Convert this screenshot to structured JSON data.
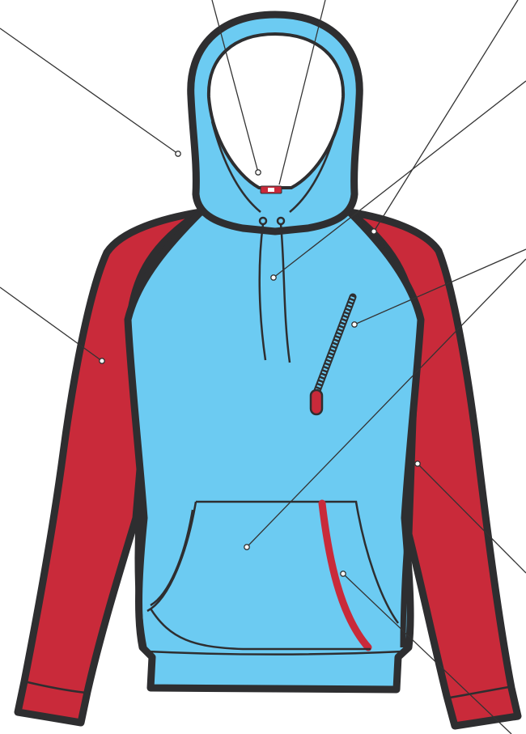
{
  "colors": {
    "body": "#6ccbf2",
    "sleeve": "#c92a3a",
    "outline": "#2e2e30",
    "hood_lining": "#ffffff",
    "leader": "#333333",
    "background": "#ffffff"
  },
  "parts": [
    {
      "id": "hood",
      "kind": "hood"
    },
    {
      "id": "neck-label",
      "kind": "label"
    },
    {
      "id": "drawcord",
      "kind": "drawcord"
    },
    {
      "id": "raglan-seam",
      "kind": "seam"
    },
    {
      "id": "chest-zip-pocket",
      "kind": "zipper"
    },
    {
      "id": "left-sleeve",
      "kind": "sleeve"
    },
    {
      "id": "right-sleeve",
      "kind": "sleeve"
    },
    {
      "id": "kangaroo-pocket",
      "kind": "pocket"
    },
    {
      "id": "pocket-accent-stripe",
      "kind": "trim"
    },
    {
      "id": "waistband",
      "kind": "rib"
    },
    {
      "id": "cuff",
      "kind": "rib"
    }
  ]
}
